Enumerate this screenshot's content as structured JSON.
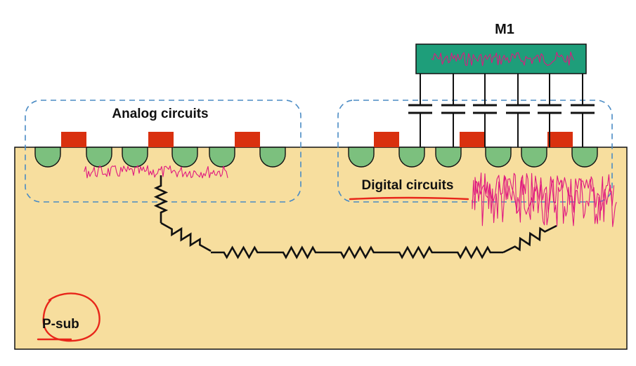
{
  "labels": {
    "metal_layer": "M1",
    "analog_region": "Analog circuits",
    "digital_region": "Digital circuits",
    "substrate": "P-sub"
  },
  "colors": {
    "substrate_fill": "#F7DE9E",
    "well_fill": "#7CC07E",
    "gate_fill": "#D9300F",
    "metal_fill": "#1E9E7A",
    "noise": "#E0187F",
    "region_outline": "#4A8BC4",
    "annotation_red": "#E8261A",
    "line": "#111111"
  },
  "icons": {
    "resistor": "resistor-zigzag-icon",
    "capacitor": "capacitor-icon",
    "noise": "noise-waveform-icon"
  }
}
